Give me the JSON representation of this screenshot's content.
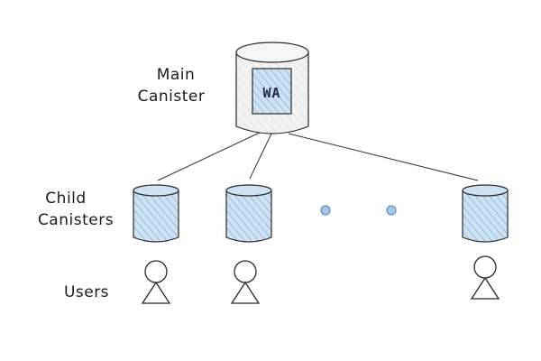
{
  "labels": {
    "main_line1": "Main",
    "main_line2": "Canister",
    "child_line1": "Child",
    "child_line2": "Canisters",
    "users": "Users"
  },
  "main_canister": {
    "inner_text": "WA"
  },
  "colors": {
    "stroke": "#1e1e1e",
    "main_fill": "#ededed",
    "child_fill": "#a5c8ea",
    "inner_fill": "#a5c8ea",
    "dot_fill": "#a5c8ea"
  }
}
